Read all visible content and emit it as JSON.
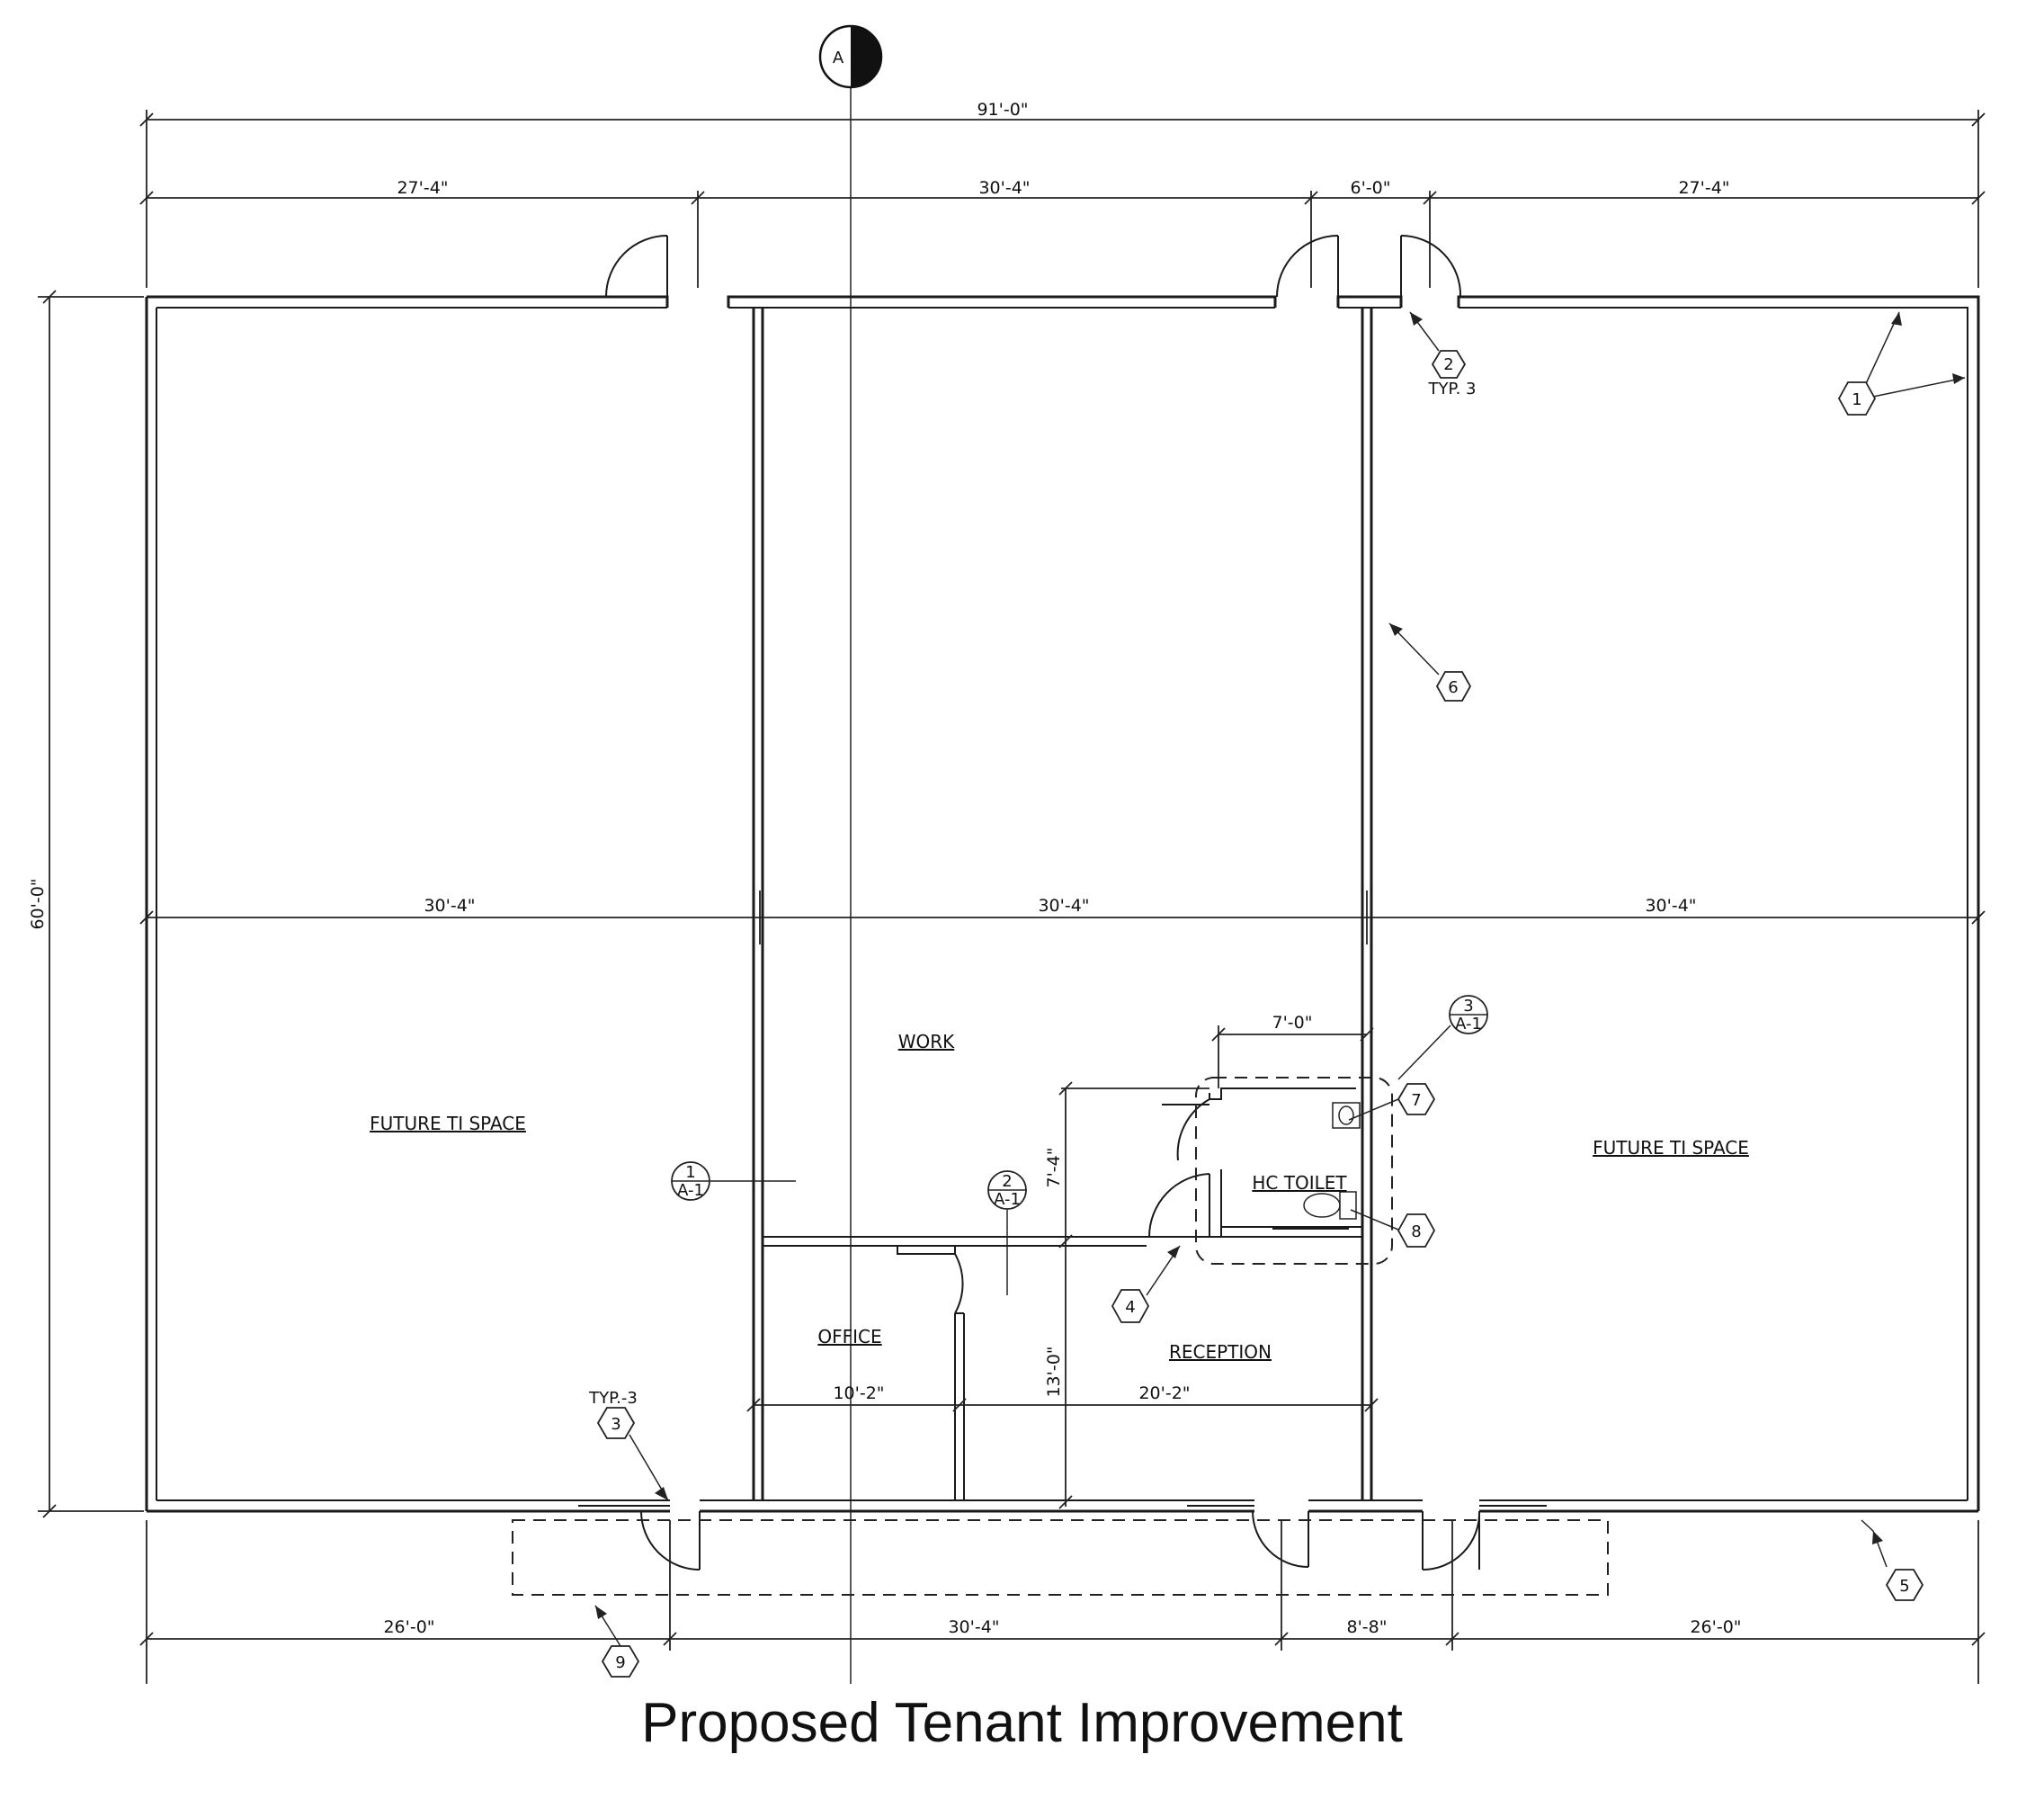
{
  "title": "Proposed Tenant Improvement",
  "dimensions": {
    "overall_width": "91'-0\"",
    "top_1": "27'-4\"",
    "top_2": "30'-4\"",
    "top_3": "6'-0\"",
    "top_4": "27'-4\"",
    "overall_depth": "60'-0\"",
    "mid_1": "30'-4\"",
    "mid_2": "30'-4\"",
    "mid_3": "30'-4\"",
    "toilet_width": "7'-0\"",
    "reception_upper": "7'-4\"",
    "reception_lower": "13'-0\"",
    "office_width": "10'-2\"",
    "reception_width": "20'-2\"",
    "bot_1": "26'-0\"",
    "bot_2": "30'-4\"",
    "bot_3": "8'-8\"",
    "bot_4": "26'-0\""
  },
  "rooms": {
    "future_left": "FUTURE TI SPACE",
    "future_right": "FUTURE TI SPACE",
    "work": "WORK",
    "office": "OFFICE",
    "reception": "RECEPTION",
    "toilet": "HC TOILET"
  },
  "keynotes": {
    "k1": "1",
    "k2": "2",
    "k3": "3",
    "k4": "4",
    "k5": "5",
    "k6": "6",
    "k7": "7",
    "k8": "8",
    "k9": "9",
    "typ_top": "TYP. 3",
    "typ_bottom": "TYP.-3"
  },
  "section_refs": {
    "s1_num": "1",
    "s1_sheet": "A-1",
    "s2_num": "2",
    "s2_sheet": "A-1",
    "s3_num": "3",
    "s3_sheet": "A-1"
  },
  "section_marker": {
    "letter": "A"
  }
}
